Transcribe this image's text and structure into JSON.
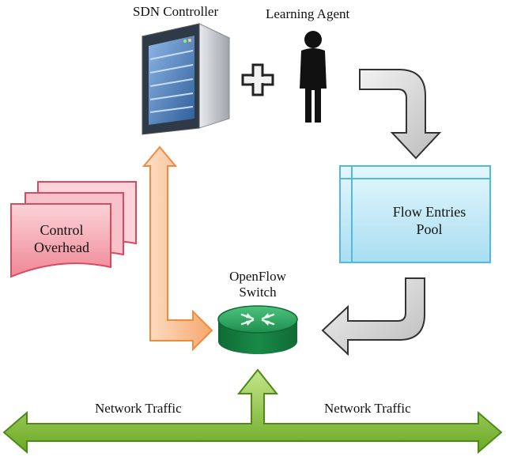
{
  "title": "",
  "labels": {
    "controller": "SDN Controller",
    "agent": "Learning Agent",
    "plus": "+",
    "pool_line1": "Flow Entries",
    "pool_line2": "Pool",
    "switch_line1": "OpenFlow",
    "switch_line2": "Switch",
    "overhead_line1": "Control",
    "overhead_line2": "Overhead",
    "traffic_left": "Network Traffic",
    "traffic_right": "Network Traffic"
  },
  "colors": {
    "server_body": "#c8ccd2",
    "server_front": "#4f7fb8",
    "agent": "#111111",
    "pool_fill": "#bfe9f7",
    "pool_stroke": "#52b8de",
    "switch": "#1f8f4e",
    "overhead_fill": "#f6aab4",
    "overhead_stroke": "#d94a5f",
    "gray_arrow": "#d6d6d6",
    "orange_arrow": "#f7b78a",
    "green_arrow": "#8dc63f"
  },
  "icons": {
    "controller": "server-icon",
    "agent": "person-icon",
    "switch": "router-icon",
    "overhead": "document-stack-icon"
  }
}
